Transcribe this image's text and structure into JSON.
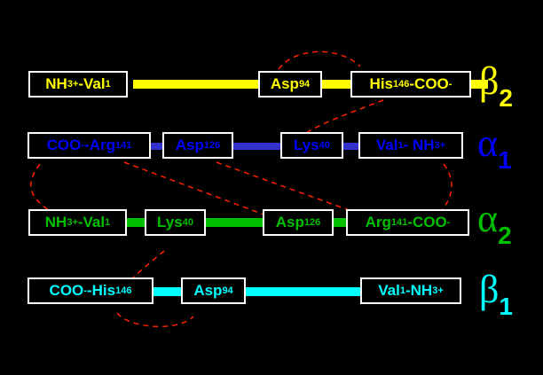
{
  "chains": [
    {
      "id": "beta2",
      "greek": "β",
      "subscript": "2",
      "color": "#ffff00",
      "residues": [
        {
          "parts": [
            [
              "t",
              "NH"
            ],
            [
              "sub",
              "3"
            ],
            [
              "sup",
              "+"
            ],
            [
              "t",
              "-Val"
            ],
            [
              "sub",
              "1"
            ]
          ]
        },
        {
          "parts": [
            [
              "t",
              "Asp"
            ],
            [
              "sub",
              "94"
            ]
          ]
        },
        {
          "parts": [
            [
              "t",
              "His"
            ],
            [
              "sub",
              "146"
            ],
            [
              "t",
              "-COO"
            ],
            [
              "sup",
              "-"
            ]
          ]
        }
      ]
    },
    {
      "id": "alpha1",
      "greek": "α",
      "subscript": "1",
      "color": "#0000ff",
      "bar_color": "#3333cc",
      "residues": [
        {
          "parts": [
            [
              "t",
              "COO"
            ],
            [
              "sup",
              "-"
            ],
            [
              "t",
              "-Arg"
            ],
            [
              "sub",
              "141"
            ]
          ]
        },
        {
          "parts": [
            [
              "t",
              "Asp"
            ],
            [
              "sub",
              "126"
            ]
          ]
        },
        {
          "parts": [
            [
              "t",
              "Lys"
            ],
            [
              "sub",
              "40"
            ]
          ]
        },
        {
          "parts": [
            [
              "t",
              "Val"
            ],
            [
              "sub",
              "1"
            ],
            [
              "t",
              "- NH"
            ],
            [
              "sub",
              "3"
            ],
            [
              "sup",
              "+"
            ]
          ]
        }
      ]
    },
    {
      "id": "alpha2",
      "greek": "α",
      "subscript": "2",
      "color": "#00c000",
      "residues": [
        {
          "parts": [
            [
              "t",
              "NH"
            ],
            [
              "sub",
              "3"
            ],
            [
              "sup",
              "+"
            ],
            [
              "t",
              "-Val"
            ],
            [
              "sub",
              "1"
            ]
          ]
        },
        {
          "parts": [
            [
              "t",
              "Lys"
            ],
            [
              "sub",
              "40"
            ]
          ]
        },
        {
          "parts": [
            [
              "t",
              "Asp"
            ],
            [
              "sub",
              "126"
            ]
          ]
        },
        {
          "parts": [
            [
              "t",
              "Arg"
            ],
            [
              "sub",
              "141"
            ],
            [
              "t",
              "-COO"
            ],
            [
              "sup",
              "-"
            ]
          ]
        }
      ]
    },
    {
      "id": "beta1",
      "greek": "β",
      "subscript": "1",
      "color": "#00ffff",
      "residues": [
        {
          "parts": [
            [
              "t",
              "COO"
            ],
            [
              "sup",
              "-"
            ],
            [
              "t",
              " -His"
            ],
            [
              "sub",
              "146"
            ]
          ]
        },
        {
          "parts": [
            [
              "t",
              "Asp"
            ],
            [
              "sub",
              "94"
            ]
          ]
        },
        {
          "parts": [
            [
              "t",
              "Val"
            ],
            [
              "sub",
              "1"
            ],
            [
              "t",
              "-NH"
            ],
            [
              "sub",
              "3"
            ],
            [
              "sup",
              "+"
            ]
          ]
        }
      ]
    }
  ],
  "link_color": "#ff2200"
}
